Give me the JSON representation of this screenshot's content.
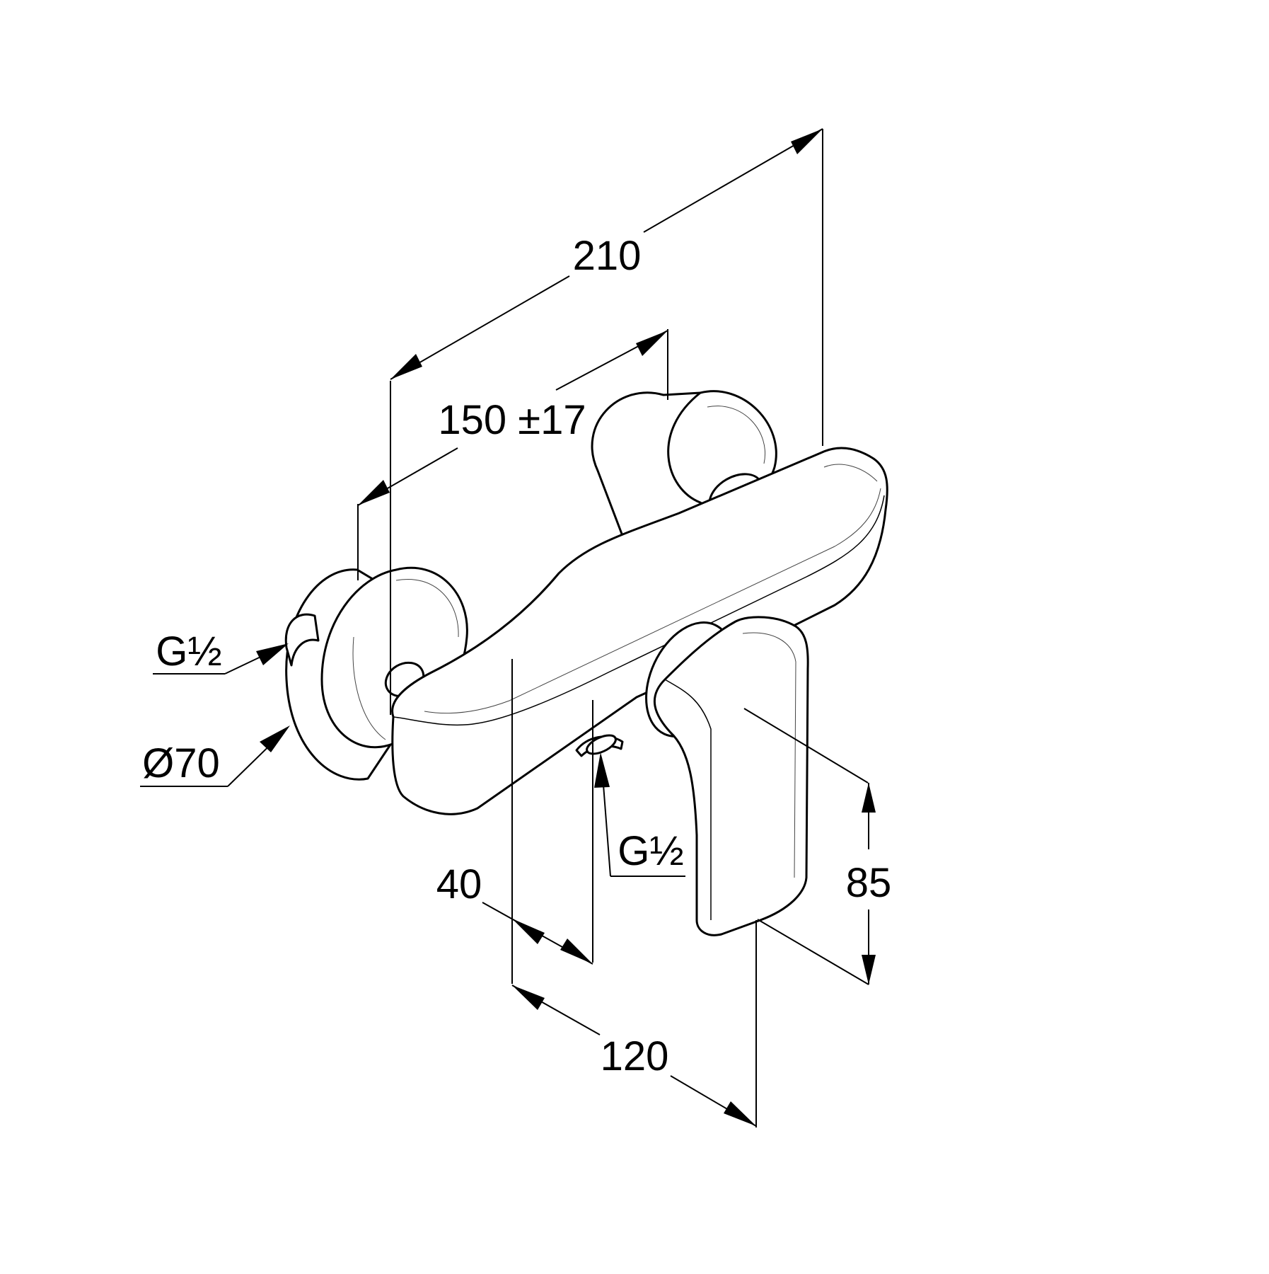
{
  "dimensions": {
    "total_length": "210",
    "inlet_centers": "150 ±17",
    "outlet_offset": "40",
    "projection": "120",
    "lever_height": "85"
  },
  "threads": {
    "inlet_thread": "G½",
    "outlet_thread": "G½"
  },
  "flange_diameter": "Ø70",
  "colors": {
    "line": "#000000",
    "background": "#ffffff"
  }
}
